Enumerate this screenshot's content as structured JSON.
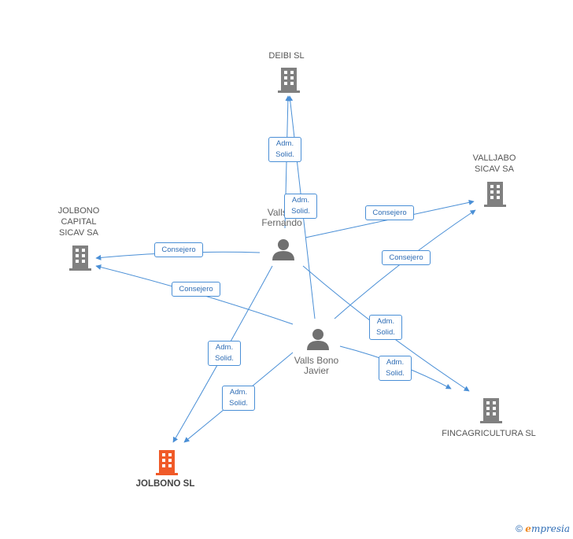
{
  "companies": {
    "deibi": "DEIBI SL",
    "valljabo": "VALLJABO\nSICAV SA",
    "jolbono_capital": "JOLBONO\nCAPITAL\nSICAV SA",
    "fincagricultura": "FINCAGRICULTURA SL",
    "jolbono": "JOLBONO SL"
  },
  "persons": {
    "fernando": "Valls B\nFernando",
    "javier": "Valls Bono\nJavier"
  },
  "edges": {
    "adm_solid": "Adm.\nSolid.",
    "consejero": "Consejero"
  },
  "footer": {
    "copyright": "©",
    "brand_e": "e",
    "brand_rest": "mpresia"
  },
  "colors": {
    "building": "#808080",
    "building_main": "#f05a28",
    "person": "#707070",
    "edge": "#4a8fd6"
  }
}
